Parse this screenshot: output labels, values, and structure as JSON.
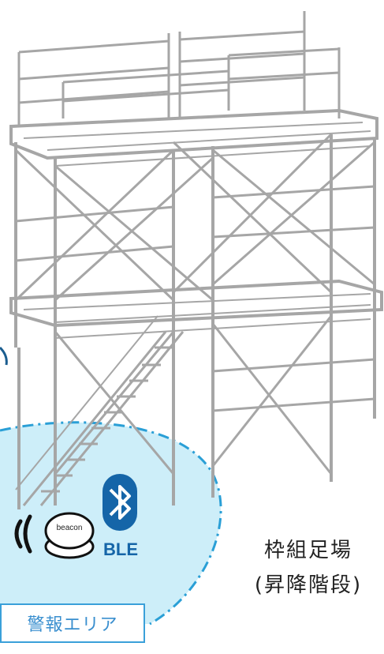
{
  "labels": {
    "scaffold_title": "枠組足場",
    "scaffold_subtitle": "(昇降階段)",
    "ble": "BLE",
    "beacon": "beacon",
    "alarm_area": "警報エリア"
  },
  "colors": {
    "scaffold": "#a6a6a6",
    "zone_fill": "#cdeef9",
    "zone_border": "#2a9fd6",
    "bluetooth": "#1565a8",
    "alarm_text": "#3a8fcf"
  }
}
